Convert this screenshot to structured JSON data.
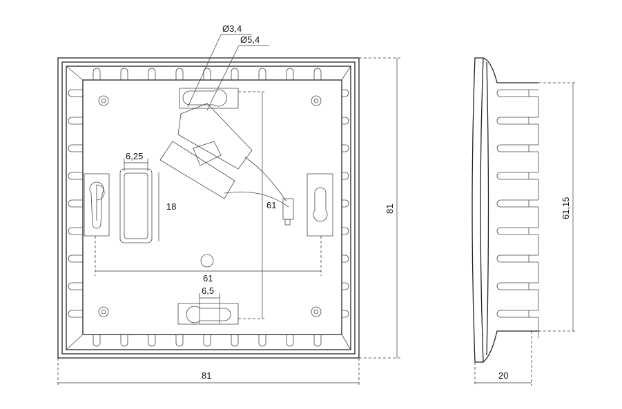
{
  "front_view": {
    "hole_small_diameter": "Ø3,4",
    "hole_large_diameter": "Ø5,4",
    "slot_width": "6,25",
    "slot_height": "18",
    "mount_vertical_spacing": "61",
    "mount_horizontal_spacing": "61",
    "keyhole_width": "6,5",
    "overall_width": "81",
    "overall_height": "81"
  },
  "side_view": {
    "fin_span": "61,15",
    "depth": "20"
  }
}
